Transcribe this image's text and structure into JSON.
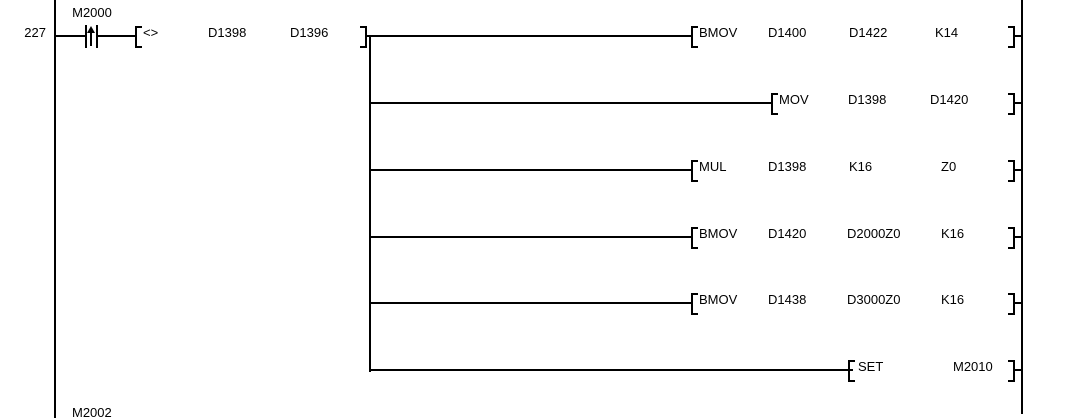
{
  "ladder": {
    "rung_number": "227",
    "contact": {
      "label": "M2000",
      "type": "rising-edge-pulse-contact"
    },
    "compare": {
      "symbol": "<>",
      "operand1": "D1398",
      "operand2": "D1396"
    },
    "rows": [
      {
        "mnemonic": "BMOV",
        "op1": "D1400",
        "op2": "D1422",
        "op3": "K14"
      },
      {
        "mnemonic": "MOV",
        "op1": "D1398",
        "op2": "D1420"
      },
      {
        "mnemonic": "MUL",
        "op1": "D1398",
        "op2": "K16",
        "op3": "Z0"
      },
      {
        "mnemonic": "BMOV",
        "op1": "D1420",
        "op2": "D2000Z0",
        "op3": "K16"
      },
      {
        "mnemonic": "BMOV",
        "op1": "D1438",
        "op2": "D3000Z0",
        "op3": "K16"
      },
      {
        "mnemonic": "SET",
        "op1": "M2010"
      }
    ],
    "next_rung_label": "M2002",
    "colors": {
      "line": "#000000",
      "background": "#ffffff",
      "text": "#000000"
    }
  }
}
